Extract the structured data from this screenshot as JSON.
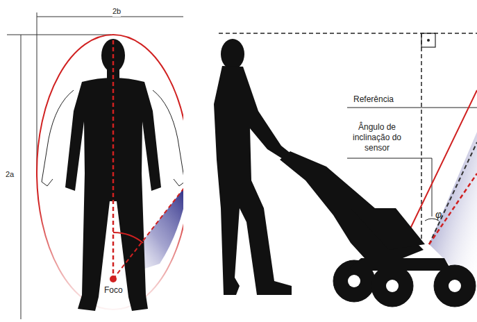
{
  "diagram": {
    "labels": [
      "2b",
      "2a",
      "Foco",
      "Referência",
      "Ângulo de inclinação do sensor",
      "φ"
    ]
  }
}
